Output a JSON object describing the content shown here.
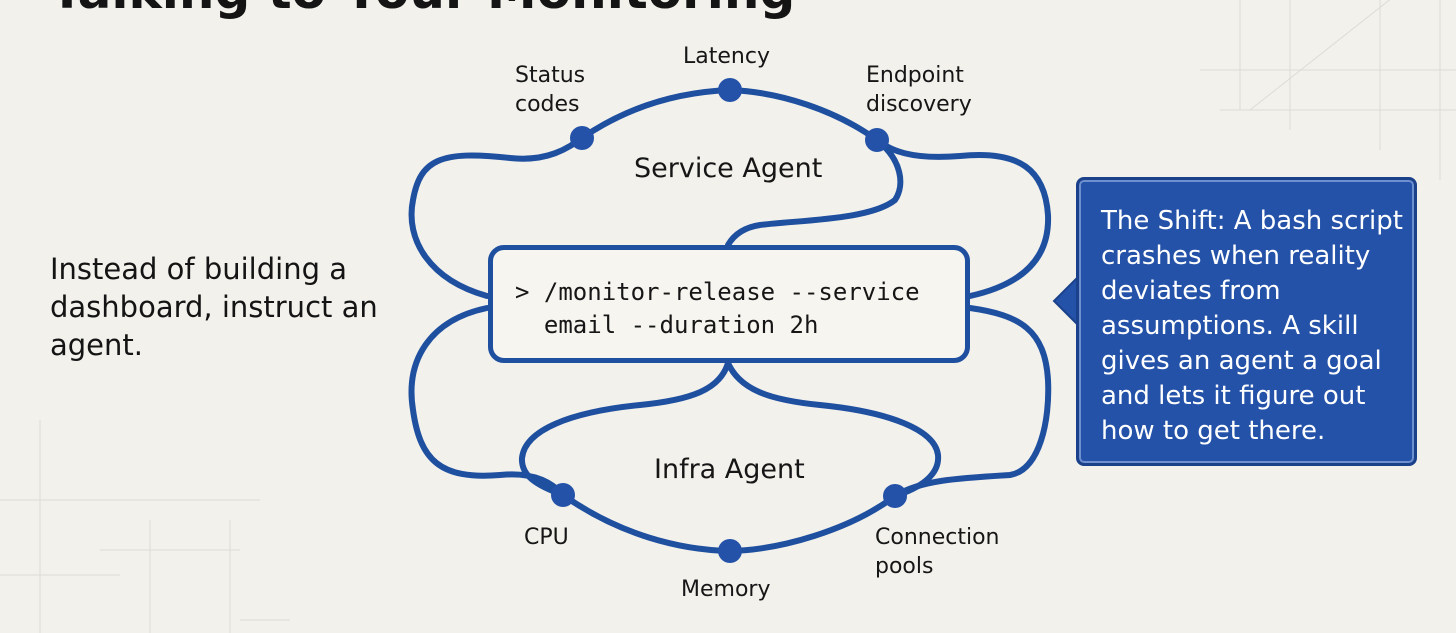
{
  "slide": {
    "title": "Talking to Your Monitoring",
    "intro": "Instead of building a dashboard, instruct an agent."
  },
  "diagram": {
    "command": "> /monitor-release --service\n  email --duration 2h",
    "service_agent": {
      "label": "Service Agent",
      "metrics": {
        "status_codes": "Status\ncodes",
        "latency": "Latency",
        "endpoint_discovery": "Endpoint\ndiscovery"
      }
    },
    "infra_agent": {
      "label": "Infra Agent",
      "metrics": {
        "cpu": "CPU",
        "memory": "Memory",
        "connection_pools": "Connection\npools"
      }
    },
    "colors": {
      "line": "#1f4f9f",
      "node": "#2452a8",
      "background": "#f2f1ec"
    }
  },
  "callout": {
    "text": "The Shift: A bash script crashes when reality deviates from assumptions. A skill gives an agent a goal and lets it figure out how to get there.",
    "background": "#2452a8"
  }
}
